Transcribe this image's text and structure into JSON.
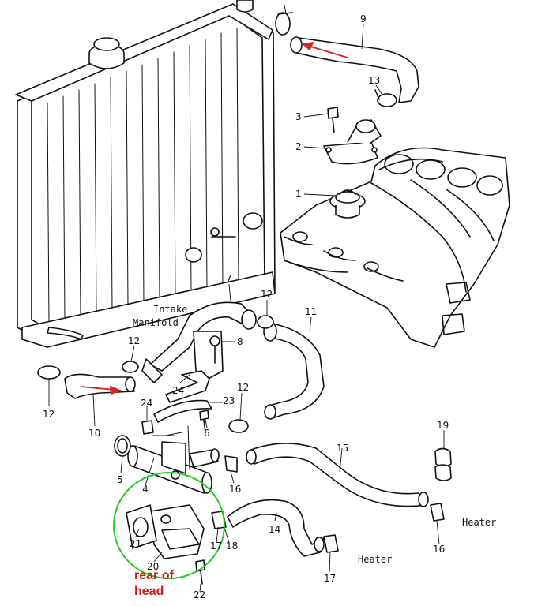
{
  "callouts": {
    "c1": "1",
    "c2": "2",
    "c3": "3",
    "c4": "4",
    "c5": "5",
    "c6": "6",
    "c7": "7",
    "c8": "8",
    "c9": "9",
    "c10": "10",
    "c11": "11",
    "c12a": "12",
    "c12b": "12",
    "c12c": "12",
    "c12d": "12",
    "c13": "13",
    "c14": "14",
    "c15": "15",
    "c16a": "16",
    "c16b": "16",
    "c17a": "17",
    "c17b": "17",
    "c18": "18",
    "c19": "19",
    "c20": "20",
    "c21": "21",
    "c22": "22",
    "c23": "23",
    "c24a": "24",
    "c24b": "24"
  },
  "labels": {
    "intake_line1": "Intake",
    "intake_line2": "Manifold",
    "heater_right": "Heater",
    "heater_bottom": "Heater",
    "rear_line1": "rear of",
    "rear_line2": "head"
  },
  "colors": {
    "flow_arrow": "#e02020",
    "highlight_circle": "#22cc22",
    "annotation_text": "#d01818"
  }
}
